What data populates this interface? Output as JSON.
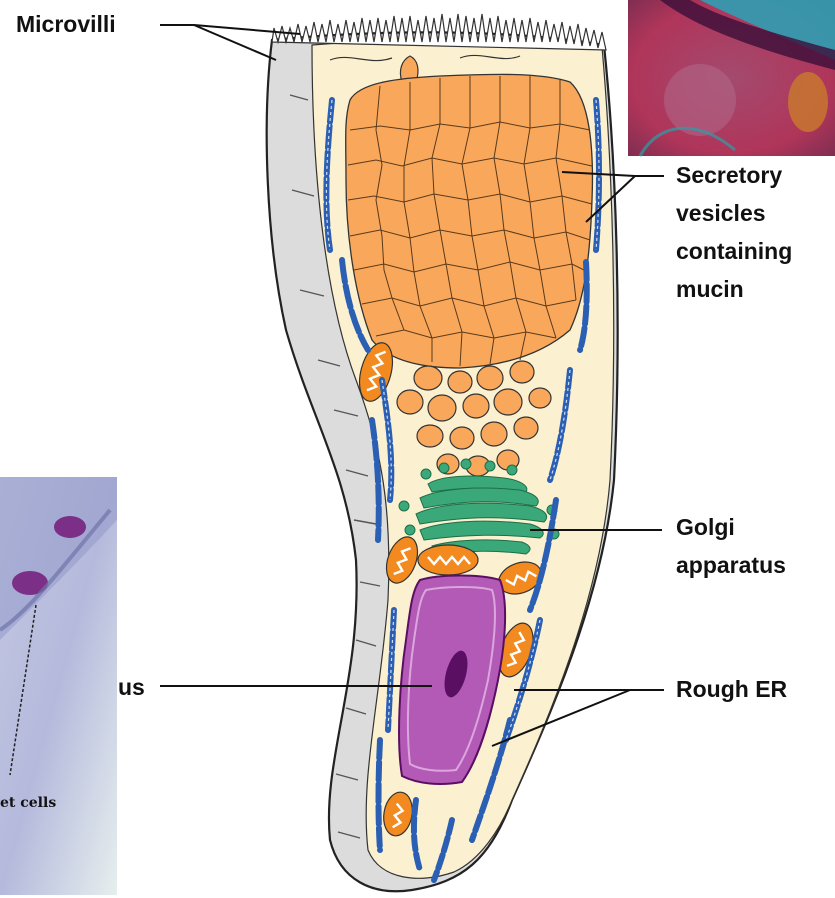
{
  "labels": {
    "microvilli": "Microvilli",
    "secretory_line1": "Secretory",
    "secretory_line2": "vesicles",
    "secretory_line3": "containing",
    "secretory_line4": "mucin",
    "golgi_line1": "Golgi",
    "golgi_line2": "apparatus",
    "nucleus_partial": "us",
    "rough_er": "Rough ER",
    "goblet_partial": "et cells"
  },
  "colors": {
    "vesicle": "#f9a75b",
    "cytoplasm": "#fbf0cf",
    "golgi": "#3aa878",
    "nucleus": "#b35ab7",
    "nucleolus": "#5a0f62",
    "mitochondria": "#f28a1f",
    "er": "#2b5fb4",
    "membrane_side": "#dcdcdc"
  }
}
